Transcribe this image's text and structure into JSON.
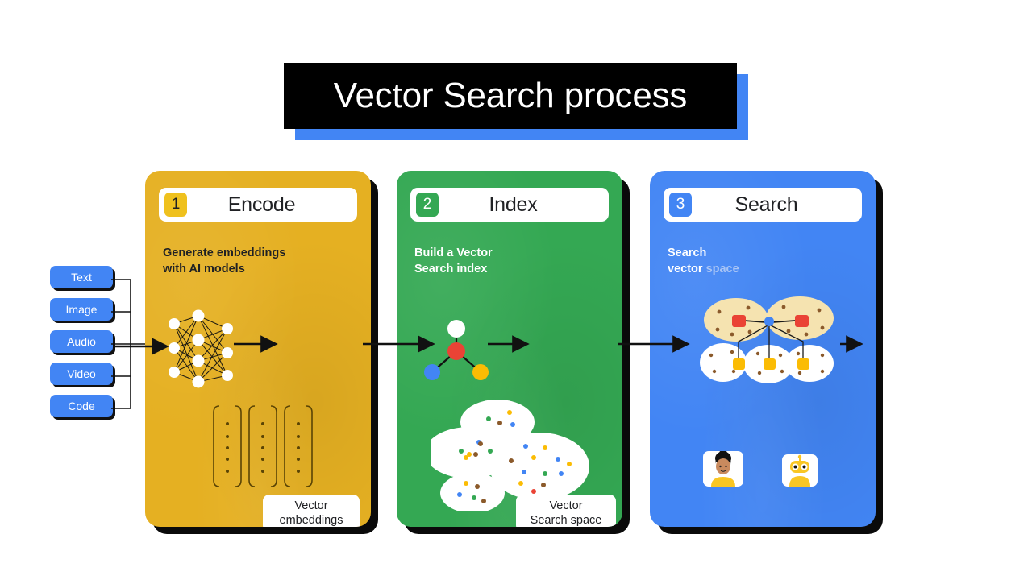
{
  "title": {
    "text": "Vector Search process",
    "background": "#000000",
    "text_color": "#ffffff",
    "shadow_color": "#4285f4"
  },
  "inputs": {
    "name": "input-modalities",
    "chip_color": "#4285f4",
    "items": [
      {
        "label": "Text"
      },
      {
        "label": "Image"
      },
      {
        "label": "Audio"
      },
      {
        "label": "Video"
      },
      {
        "label": "Code"
      }
    ]
  },
  "cards": [
    {
      "id": "encode",
      "number": "1",
      "title": "Encode",
      "subtitle": "Generate embeddings\nwith AI models",
      "color": "#E5B022",
      "badge_color": "#EFC11E",
      "inner_box_label": "Vector\nembeddings",
      "graphic": "neural-network",
      "vector_brackets": 3,
      "vector_dots_per_bracket": 5
    },
    {
      "id": "index",
      "number": "2",
      "title": "Index",
      "subtitle": "Build a Vector\nSearch index",
      "color": "#34A853",
      "badge_color": "#34A853",
      "inner_box_label": "Vector\nSearch space",
      "graphic": "node-graph",
      "node_colors": [
        "#ffffff",
        "#EA4335",
        "#4285f4",
        "#FBBC04"
      ],
      "cluster_count": 4
    },
    {
      "id": "search",
      "number": "3",
      "title": "Search",
      "subtitle_parts": [
        {
          "text": "Search",
          "state": "visible"
        },
        {
          "text": "vector",
          "state": "visible"
        },
        {
          "text": "space",
          "state": "faded"
        }
      ],
      "color": "#4285f4",
      "badge_color": "#4285f4",
      "graphic": "search-clusters",
      "highlight_color": "#F5E3B0",
      "match_marker_color": "#EA4335",
      "candidate_marker_color": "#FBBC04",
      "avatars": [
        "person-avatar",
        "robot-avatar"
      ]
    }
  ],
  "flow": {
    "arrow_color": "#111111",
    "arrows": [
      "inputs-to-encode",
      "network-to-embeddings",
      "encode-to-index",
      "graph-to-searchspace",
      "index-to-search",
      "search-output"
    ]
  }
}
